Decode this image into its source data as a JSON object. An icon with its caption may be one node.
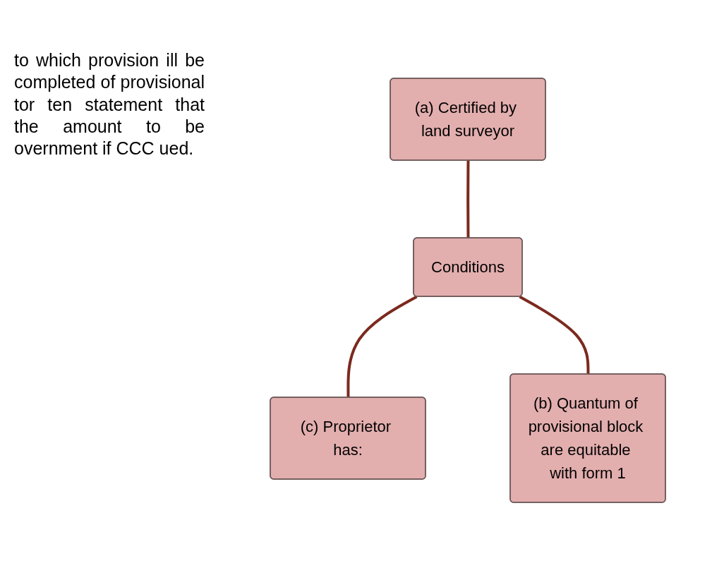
{
  "diagram": {
    "nodes": [
      {
        "text": [
          "(a) Certified by land surveyor"
        ]
      },
      {
        "text": [
          "Conditions"
        ]
      },
      {
        "text": [
          "(c) Proprietor has:"
        ]
      },
      {
        "text": [
          "(b) Quantum of provisional block are equitable with form 1"
        ]
      }
    ],
    "edges": [
      {
        "from": 0,
        "to": 1,
        "arrow": "none"
      },
      {
        "from": 1,
        "to": 2,
        "arrow": "none"
      },
      {
        "from": 1,
        "to": 3,
        "arrow": "none"
      }
    ],
    "labels": [
      "to which provision ill be completed of provisional tor ten statement that the amount to be overnment if CCC ued."
    ]
  }
}
